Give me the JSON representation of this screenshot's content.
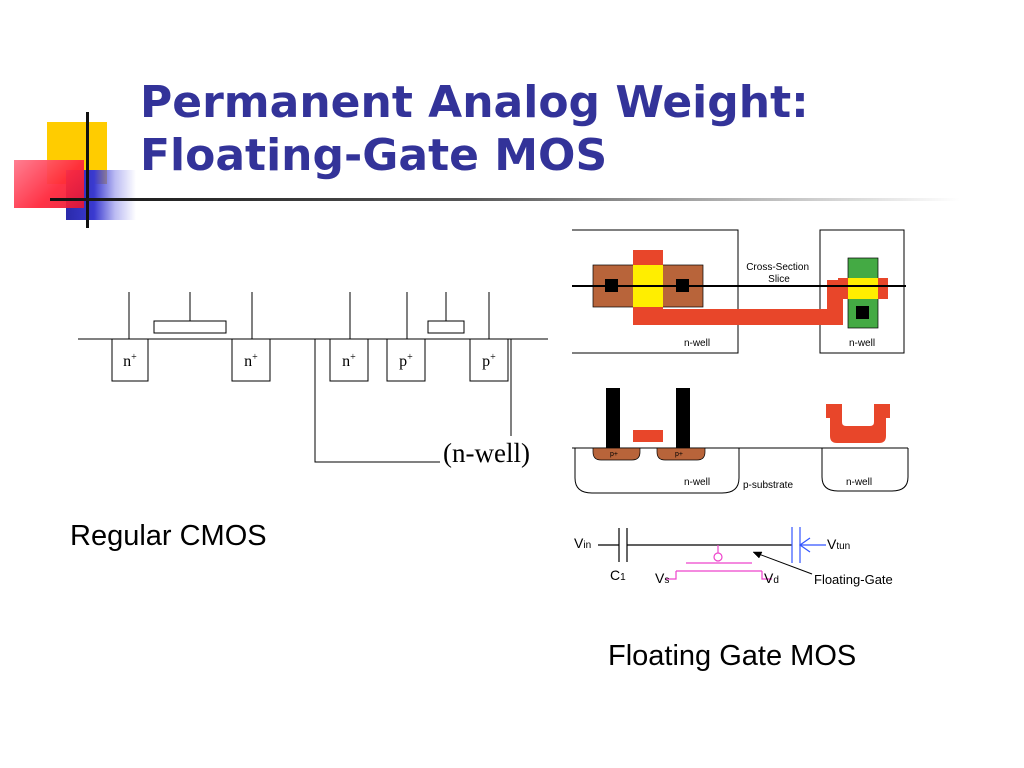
{
  "slide": {
    "title": "Permanent Analog Weight: Floating-Gate MOS",
    "caption_left": "Regular CMOS",
    "caption_right": "Floating Gate MOS"
  },
  "cmos": {
    "labels": [
      "n+",
      "n+",
      "n+",
      "p+",
      "p+"
    ],
    "well_label": "(n-well)"
  },
  "layout_view": {
    "cross_section_label": "Cross-Section\nSlice",
    "nwell_left": "n-well",
    "nwell_right": "n-well"
  },
  "cross_section": {
    "pplus_left": "p+",
    "pplus_right": "p+",
    "nwell_left": "n-well",
    "psubstrate": "p-substrate",
    "nwell_right": "n-well"
  },
  "circuit": {
    "vin": "V",
    "vin_sub": "in",
    "c1": "C",
    "c1_sub": "1",
    "vtun": "V",
    "vtun_sub": "tun",
    "vs": "V",
    "vs_sub": "s",
    "vd": "V",
    "vd_sub": "d",
    "floating_gate": "Floating-Gate"
  },
  "colors": {
    "title": "#333399",
    "diffusion_brown": "#b8643a",
    "poly_red": "#e8462a",
    "active_yellow": "#ffee00",
    "well_green": "#44aa44",
    "circuit_magenta": "#ee44cc",
    "circuit_blue": "#3355ff"
  }
}
